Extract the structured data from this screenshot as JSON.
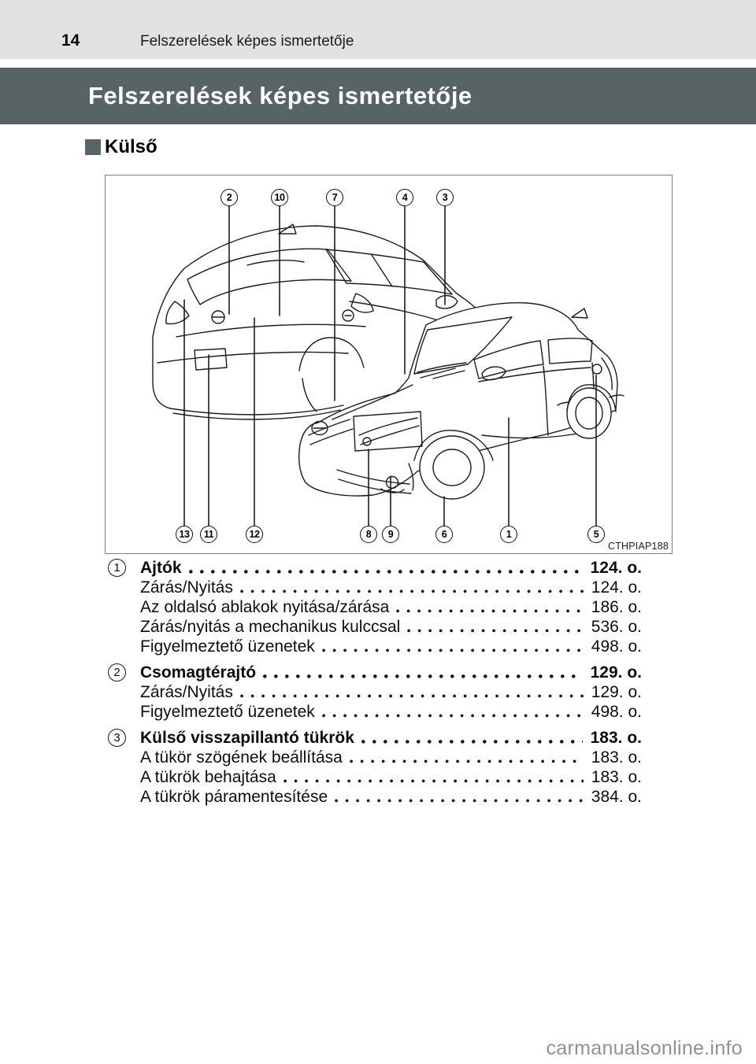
{
  "page": {
    "number": "14",
    "running_header": "Felszerelések képes ismertetője",
    "banner_title": "Felszerelések képes ismertetője",
    "section_label": "Külső",
    "watermark": "carmanualsonline.info"
  },
  "diagram": {
    "image_code": "CTHPIAP188",
    "callouts_top": [
      "2",
      "10",
      "7",
      "4",
      "3"
    ],
    "callouts_bottom": [
      "13",
      "11",
      "12",
      "8",
      "9",
      "6",
      "1",
      "5"
    ]
  },
  "toc": [
    {
      "number": "1",
      "title": "Ajtók",
      "page": "124. o.",
      "subs": [
        {
          "label": "Zárás/Nyitás",
          "page": "124. o."
        },
        {
          "label": "Az oldalsó ablakok nyitása/zárása",
          "page": "186. o."
        },
        {
          "label": "Zárás/nyitás a mechanikus kulccsal",
          "page": "536. o."
        },
        {
          "label": "Figyelmeztető üzenetek",
          "page": "498. o."
        }
      ]
    },
    {
      "number": "2",
      "title": "Csomagtérajtó",
      "page": "129. o.",
      "subs": [
        {
          "label": "Zárás/Nyitás",
          "page": "129. o."
        },
        {
          "label": "Figyelmeztető üzenetek",
          "page": "498. o."
        }
      ]
    },
    {
      "number": "3",
      "title": "Külső visszapillantó tükrök",
      "page": "183. o.",
      "subs": [
        {
          "label": "A tükör szögének beállítása",
          "page": "183. o."
        },
        {
          "label": "A tükrök behajtása",
          "page": "183. o."
        },
        {
          "label": "A tükrök páramentesítése",
          "page": "384. o."
        }
      ]
    }
  ],
  "colors": {
    "banner_bg": "#586366",
    "header_band_bg": "#e0e3e2",
    "watermark": "#8e9294"
  }
}
